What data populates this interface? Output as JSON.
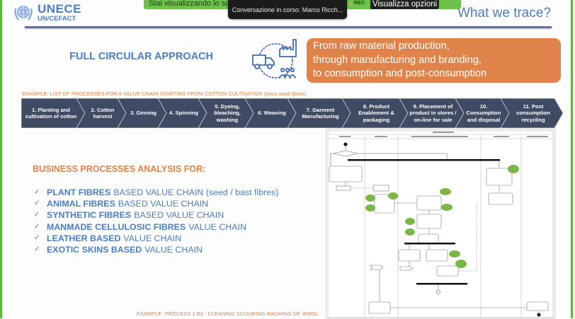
{
  "screen_share": {
    "banner_text": "Stai visualizzando lo schermo",
    "rec_label": "REC",
    "view_options_label": "Visualizza opzioni",
    "notification_text": "Conversazione in corso: Marco Ricch..."
  },
  "colors": {
    "share_green": "#6cc24a",
    "brand_blue": "#4a7ec4",
    "accent_orange": "#e0834a",
    "process_navy": "#3f4a63",
    "diagram_green": "#7ab648"
  },
  "logo": {
    "line1": "UNECE",
    "line2": "UN/CEFACT",
    "icon": "un-emblem-icon"
  },
  "slide": {
    "title": "What we trace?",
    "approach_title": "FULL CIRCULAR APPROACH",
    "approach_icon": "circular-supply-chain-icon",
    "highlight_lines": [
      "From raw material production,",
      "through manufacturing and branding,",
      "to consumption and post-consumption"
    ],
    "example_chain_caption": "EXAMPLE: LIST OF PROCESSES FOR  A VALUE CHAIN STARTING FROM COTTON CULTIVATION (plant seed fibres)",
    "process_steps": [
      "1.   Planting and cultivation of cotton",
      "2. Cotton harvest",
      "3. Ginning",
      "4. Spinning",
      "5. Dyeing, bleaching, washing",
      "6. Weaving",
      "7. Garment Manufacturing",
      "8. Product Enablement & packaging",
      "9. Placement of product in stores /  on-line for sale",
      "10. Consumption and disposal",
      "11. Post consumption recycling"
    ],
    "analysis_heading": "BUSINESS PROCESSES ANALYSIS FOR:",
    "value_chains": [
      {
        "bold": "PLANT FIBRES",
        "rest": "BASED VALUE CHAIN (seed / bast fibres)"
      },
      {
        "bold": "ANIMAL FIBRES",
        "rest": "BASED VALUE CHAIN"
      },
      {
        "bold": "SYNTHETIC FIBRES",
        "rest": "BASED VALUE CHAIN"
      },
      {
        "bold": "MANMADE CELLULOSIC FIBRES",
        "rest": "VALUE CHAIN"
      },
      {
        "bold": "LEATHER BASED",
        "rest": "VALUE CHAIN"
      },
      {
        "bold": "EXOTIC SKINS BASED",
        "rest": "VALUE CHAIN"
      }
    ],
    "check_icon": "✓",
    "example_process_caption": "EXAMPLE:  PROCESS 1.B3 - CLEANING SCOURING WASHING OF WOOL",
    "diagram": {
      "type": "activity-diagram-thumbnail",
      "swimlane_count": 5
    }
  }
}
